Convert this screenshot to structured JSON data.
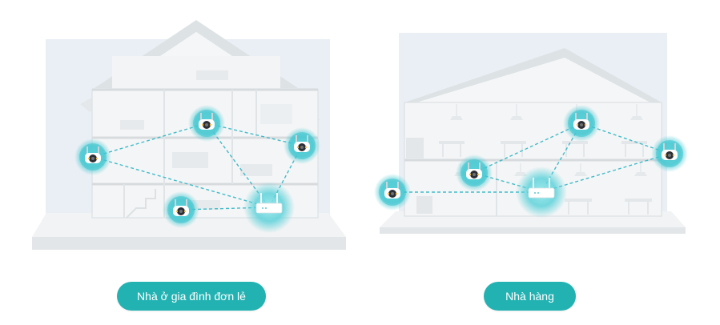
{
  "scenarios": [
    {
      "label": "Nhà ở gia đình đơn lẻ",
      "illustration": "house-cutaway-with-cameras-and-router",
      "cameras": 4,
      "routers": 1
    },
    {
      "label": "Nhà hàng",
      "illustration": "restaurant-cutaway-with-cameras-and-router",
      "cameras": 4,
      "routers": 1
    }
  ],
  "colors": {
    "accent": "#23b2b2",
    "panel_background": "#e8eff5",
    "building": "#f4f5f6",
    "building_line": "#dfe2e5",
    "link_line": "#2fb6c6",
    "halo": "#45c9d3"
  }
}
